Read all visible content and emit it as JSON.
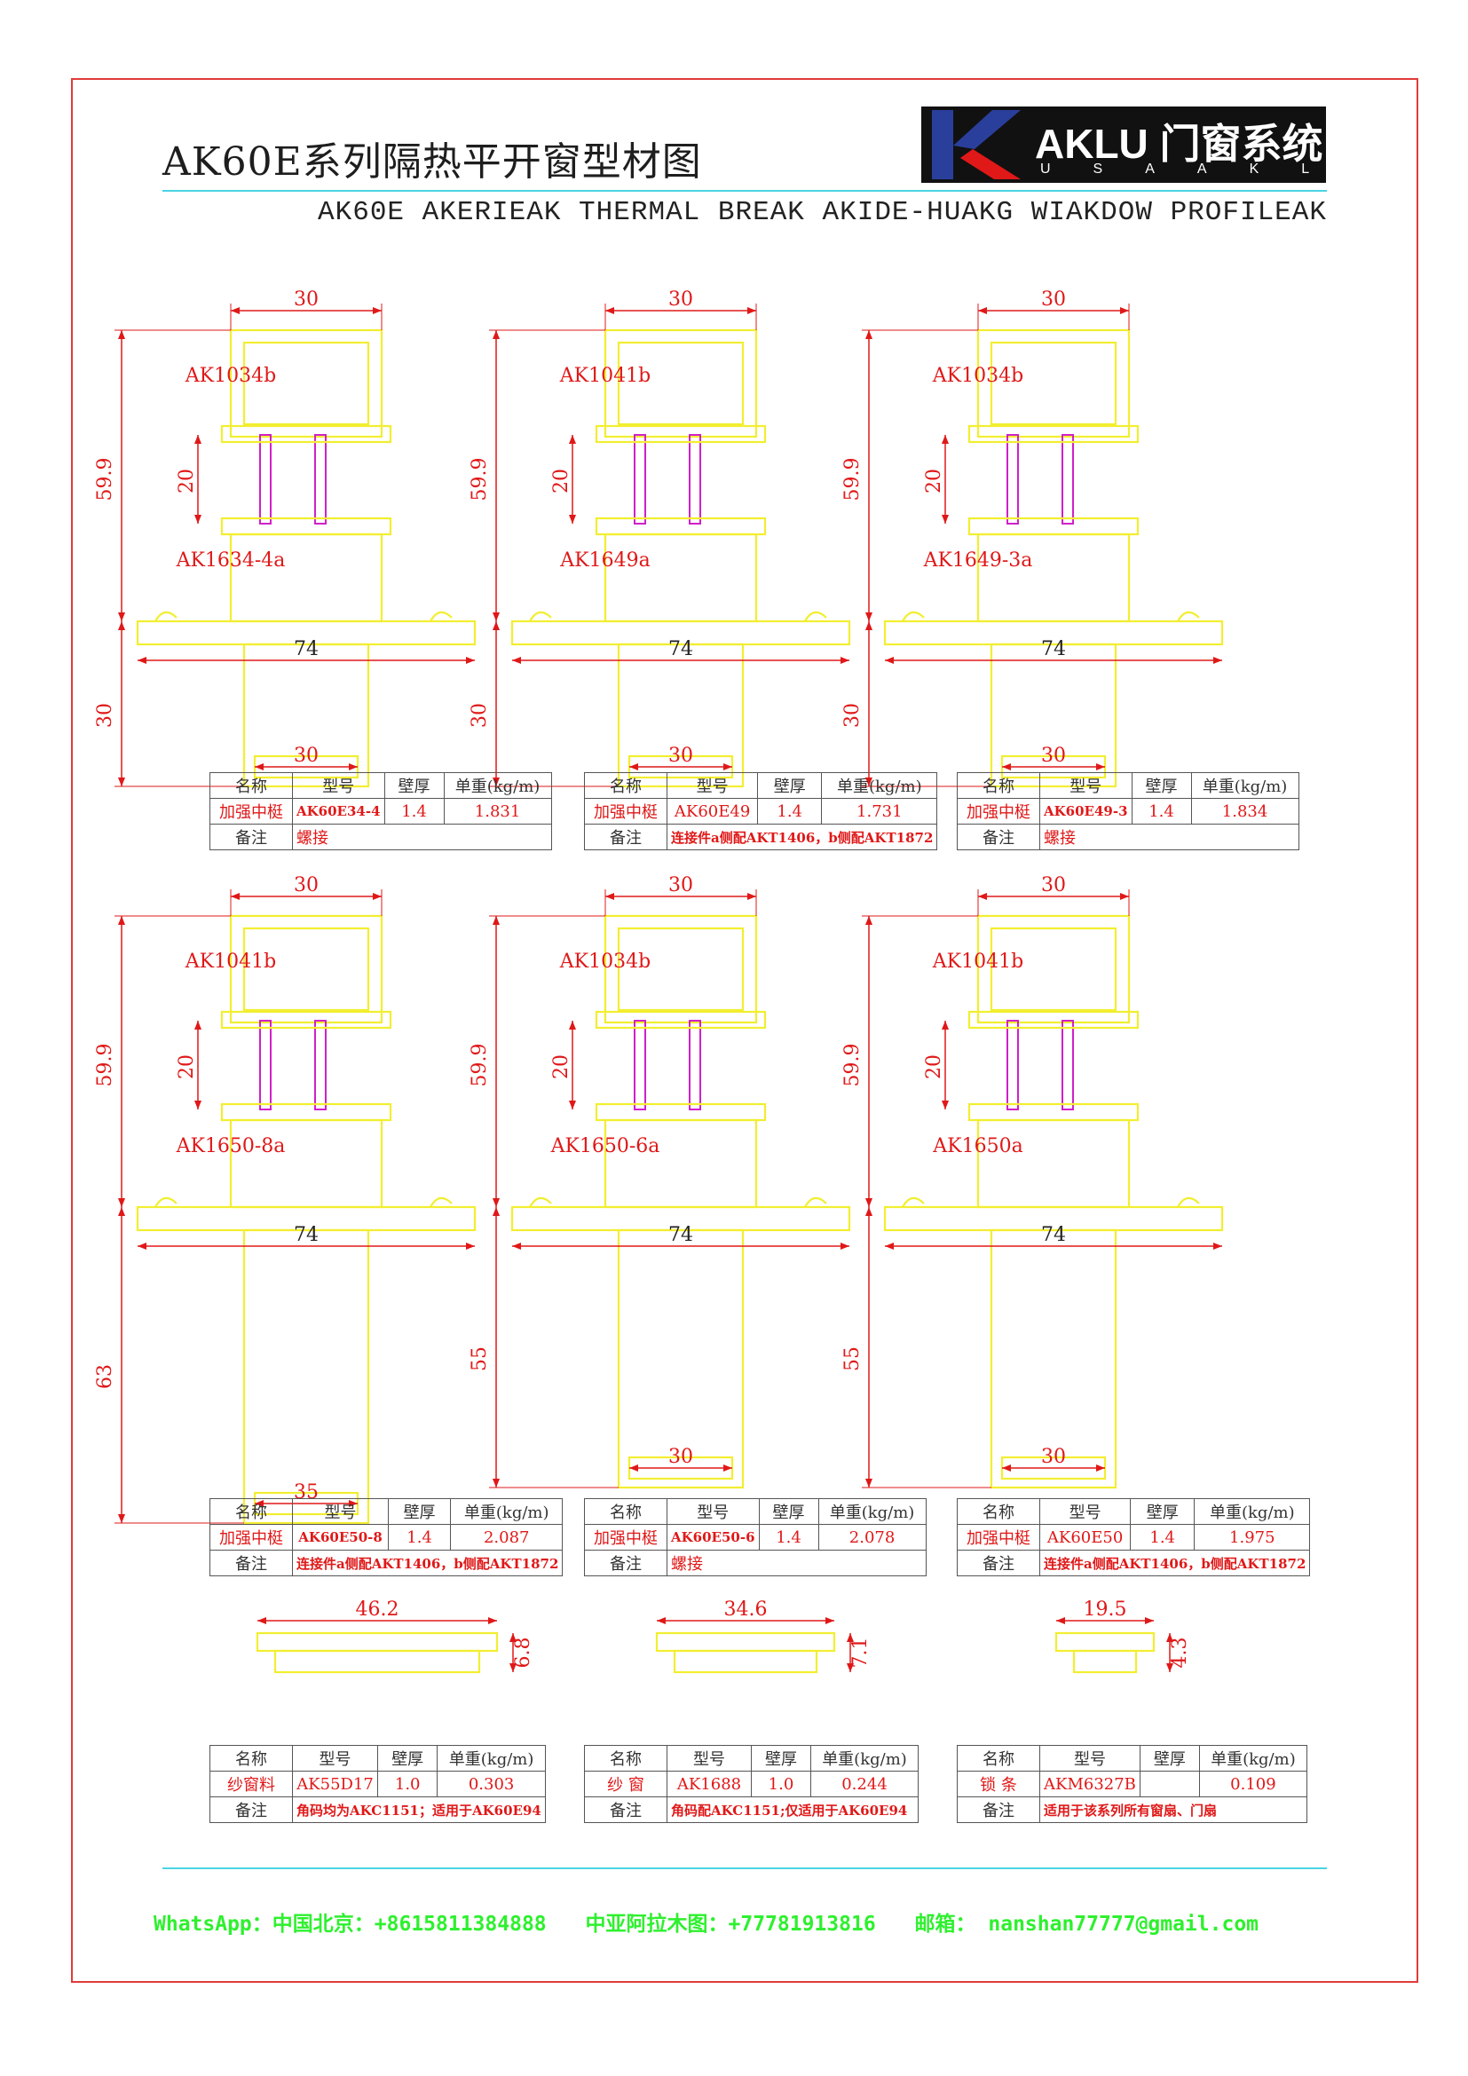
{
  "header": {
    "title_cn": "AK60E系列隔热平开窗型材图",
    "title_en": "AK60E AKERIEAK THERMAL BREAK AKIDE-HUAKG WIAKDOW PROFILEAK",
    "logo_text": "AKLU 门窗系统",
    "logo_sub": "USAAKLU"
  },
  "colors": {
    "frame": "#e23a3a",
    "accent_line": "#4ad4e4",
    "profile": "#f2ee30",
    "strip": "#d020c8",
    "label_red": "#e01818",
    "footer": "#2ef02e"
  },
  "table_headers": {
    "name": "名称",
    "model": "型号",
    "thickness": "壁厚",
    "weight": "单重(kg/m)",
    "remark": "备注"
  },
  "profiles": [
    {
      "top_label": "AK1034b",
      "bottom_label": "AK1634-4a",
      "width": "30",
      "height": "59.9",
      "strip": "20",
      "flange": "74",
      "drop": "30",
      "inner": "30",
      "name": "加强中梃",
      "model": "AK60E34-4",
      "thickness": "1.4",
      "weight": "1.831",
      "note": "螺接"
    },
    {
      "top_label": "AK1041b",
      "bottom_label": "AK1649a",
      "width": "30",
      "height": "59.9",
      "strip": "20",
      "flange": "74",
      "drop": "30",
      "inner": "30",
      "name": "加强中梃",
      "model": "AK60E49",
      "thickness": "1.4",
      "weight": "1.731",
      "note": "连接件a侧配AKT1406，b侧配AKT1872"
    },
    {
      "top_label": "AK1034b",
      "bottom_label": "AK1649-3a",
      "width": "30",
      "height": "59.9",
      "strip": "20",
      "flange": "74",
      "drop": "30",
      "inner": "30",
      "name": "加强中梃",
      "model": "AK60E49-3",
      "thickness": "1.4",
      "weight": "1.834",
      "note": "螺接"
    },
    {
      "top_label": "AK1041b",
      "bottom_label": "AK1650-8a",
      "width": "30",
      "height": "59.9",
      "strip": "20",
      "flange": "74",
      "drop": "63",
      "inner": "35",
      "name": "加强中梃",
      "model": "AK60E50-8",
      "thickness": "1.4",
      "weight": "2.087",
      "note": "连接件a侧配AKT1406，b侧配AKT1872"
    },
    {
      "top_label": "AK1034b",
      "bottom_label": "AK1650-6a",
      "width": "30",
      "height": "59.9",
      "strip": "20",
      "flange": "74",
      "drop": "55",
      "inner": "30",
      "name": "加强中梃",
      "model": "AK60E50-6",
      "thickness": "1.4",
      "weight": "2.078",
      "note": "螺接"
    },
    {
      "top_label": "AK1041b",
      "bottom_label": "AK1650a",
      "width": "30",
      "height": "59.9",
      "strip": "20",
      "flange": "74",
      "drop": "55",
      "inner": "30",
      "name": "加强中梃",
      "model": "AK60E50",
      "thickness": "1.4",
      "weight": "1.975",
      "note": "连接件a侧配AKT1406，b侧配AKT1872"
    }
  ],
  "small_profiles": [
    {
      "width": "46.2",
      "height": "6.8",
      "name": "纱窗料",
      "model": "AK55D17",
      "thickness": "1.0",
      "weight": "0.303",
      "note": "角码均为AKC1151；适用于AK60E94"
    },
    {
      "width": "34.6",
      "height": "7.1",
      "name": "纱 窗",
      "model": "AK1688",
      "thickness": "1.0",
      "weight": "0.244",
      "note": "角码配AKC1151;仅适用于AK60E94"
    },
    {
      "width": "19.5",
      "height": "4.3",
      "name": "锁 条",
      "model": "AKM6327B",
      "thickness": "",
      "weight": "0.109",
      "note": "适用于该系列所有窗扇、门扇"
    }
  ],
  "footer": {
    "whatsapp": "WhatsApp：中国北京：+8615811384888",
    "almaty": "中亚阿拉木图：+77781913816",
    "email": "邮箱： nanshan77777@gmail.com"
  }
}
